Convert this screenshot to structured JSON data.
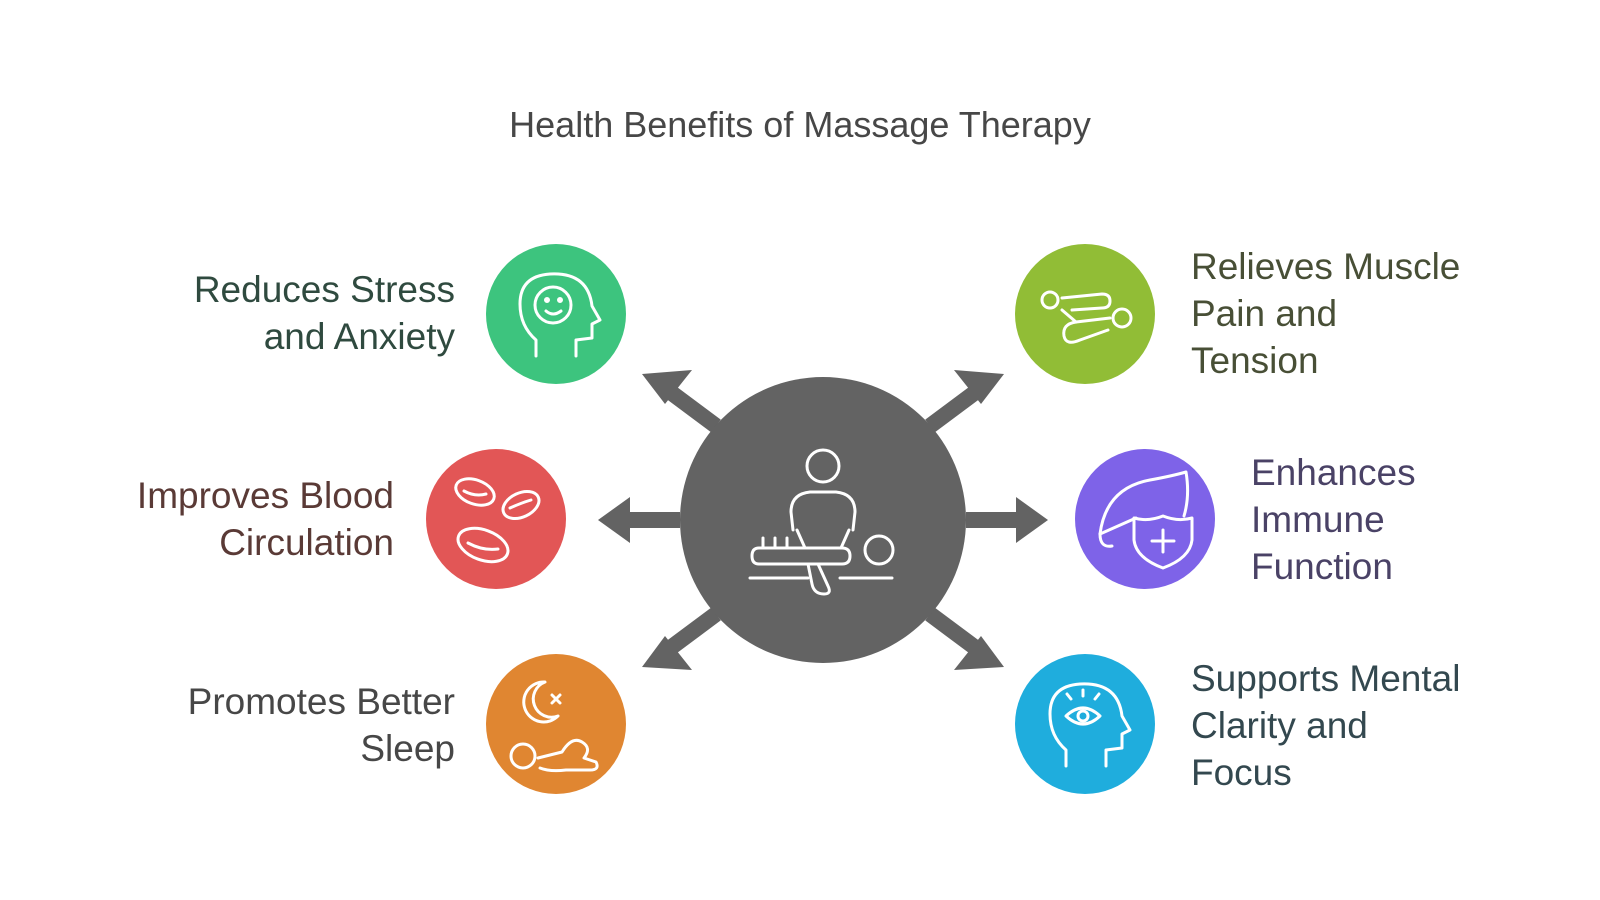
{
  "title": "Health Benefits of Massage Therapy",
  "center": {
    "icon": "massage-therapist-icon",
    "color": "#636363"
  },
  "benefits": [
    {
      "lines": [
        "Reduces Stress",
        "and Anxiety"
      ],
      "icon": "smiling-head-icon",
      "color": "#3DC47E",
      "text_color": "#2F4A3F"
    },
    {
      "lines": [
        "Improves Blood",
        "Circulation"
      ],
      "icon": "blood-cells-icon",
      "color": "#E25656",
      "text_color": "#5A3A36"
    },
    {
      "lines": [
        "Promotes Better",
        "Sleep"
      ],
      "icon": "sleep-moon-icon",
      "color": "#E08631",
      "text_color": "#474747"
    },
    {
      "lines": [
        "Relieves Muscle",
        "Pain and",
        "Tension"
      ],
      "icon": "stretching-person-icon",
      "color": "#91BD36",
      "text_color": "#484F36"
    },
    {
      "lines": [
        "Enhances",
        "Immune",
        "Function"
      ],
      "icon": "leaf-shield-icon",
      "color": "#7E63E8",
      "text_color": "#4A4266"
    },
    {
      "lines": [
        "Supports Mental",
        "Clarity and",
        "Focus"
      ],
      "icon": "eye-head-icon",
      "color": "#1FADDD",
      "text_color": "#33484F"
    }
  ]
}
